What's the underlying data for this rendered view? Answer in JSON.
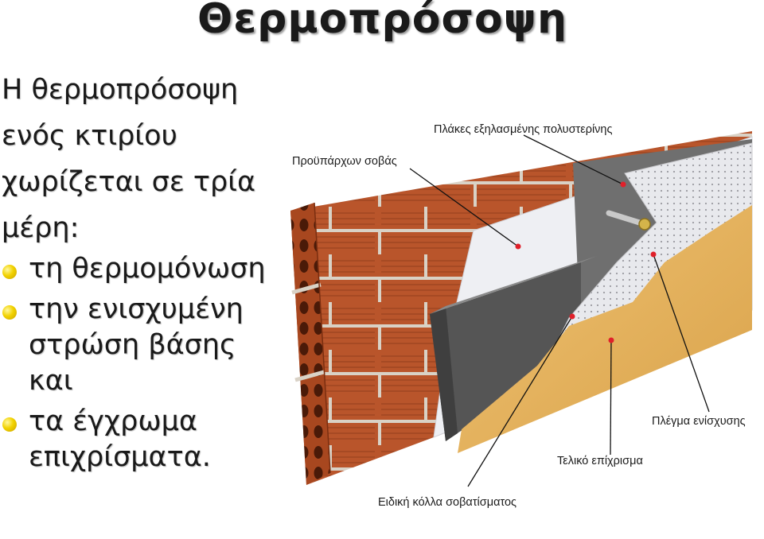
{
  "title": "Θερμοπρόσοψη",
  "intro": [
    "Η θερμοπρόσοψη",
    "ενός κτιρίου",
    "χωρίζεται σε τρία",
    "μέρη:"
  ],
  "bullets": [
    "τη θερμομόνωση",
    "την ενισχυμένη στρώση βάσης και",
    "τα έγχρωμα επιχρίσματα."
  ],
  "diagram": {
    "labels": {
      "eps_boards": "Πλάκες εξηλασμένης πολυστερίνης",
      "existing_plaster": "Προϋπάρχων σοβάς",
      "mesh": "Πλέγμα ενίσχυσης",
      "final_render": "Τελικό επίχρισμα",
      "adhesive": "Ειδική κόλλα σοβατίσματος"
    },
    "colors": {
      "brick": "#b8542a",
      "mortar": "#d9d2c6",
      "insulation": "#6e6e6e",
      "base_coat": "#e9eaee",
      "final_render": "#e2b25a",
      "marker": "#e0202a"
    }
  }
}
